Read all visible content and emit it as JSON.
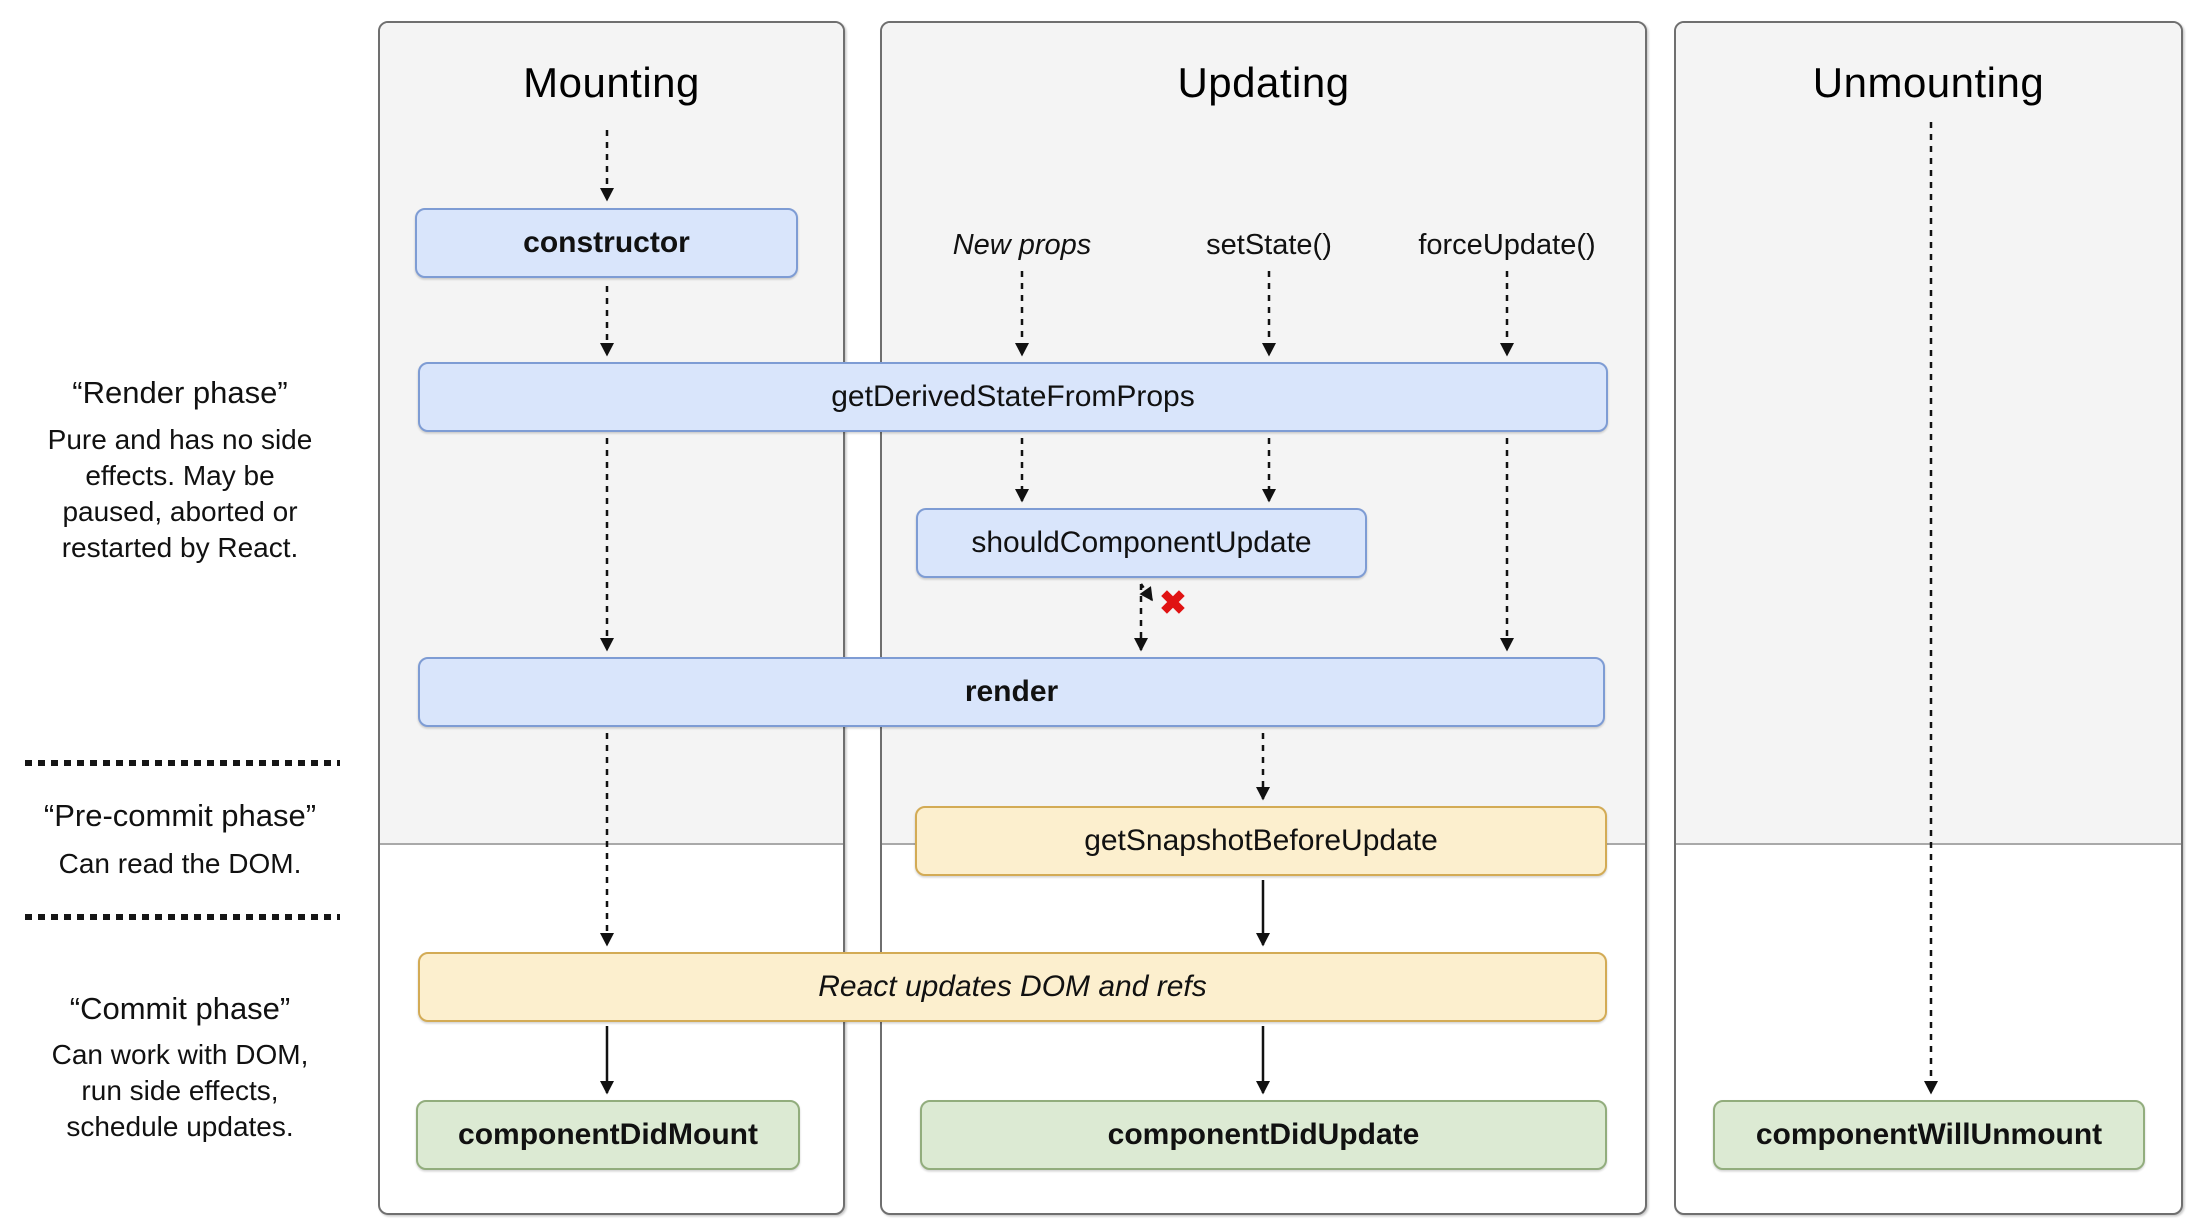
{
  "diagram": {
    "columns": [
      {
        "title": "Mounting"
      },
      {
        "title": "Updating"
      },
      {
        "title": "Unmounting"
      }
    ],
    "phases": {
      "render": {
        "title": "“Render phase”",
        "desc": "Pure and has no side\neffects. May be\npaused, aborted or\nrestarted by React."
      },
      "precommit": {
        "title": "“Pre-commit phase”",
        "desc": "Can read the DOM."
      },
      "commit": {
        "title": "“Commit phase”",
        "desc": "Can work with DOM,\nrun side effects,\nschedule updates."
      }
    },
    "triggers": {
      "new_props": "New props",
      "set_state": "setState()",
      "force_update": "forceUpdate()"
    },
    "boxes": {
      "constructor": "constructor",
      "get_derived_state_from_props": "getDerivedStateFromProps",
      "should_component_update": "shouldComponentUpdate",
      "render": "render",
      "get_snapshot_before_update": "getSnapshotBeforeUpdate",
      "react_updates_dom": "React updates DOM and refs",
      "component_did_mount": "componentDidMount",
      "component_did_update": "componentDidUpdate",
      "component_will_unmount": "componentWillUnmount"
    },
    "abort_mark": "✖",
    "colors": {
      "lifecycle_blue_fill": "#d9e5fb",
      "lifecycle_blue_border": "#7e9cd4",
      "commit_yellow_fill": "#fcefce",
      "commit_yellow_border": "#d3ab55",
      "done_green_fill": "#dcead3",
      "done_green_border": "#92ad7d",
      "phase_gray_bg": "#f4f4f4",
      "column_border": "#6f6f6f",
      "abort_red": "#e01212"
    }
  }
}
